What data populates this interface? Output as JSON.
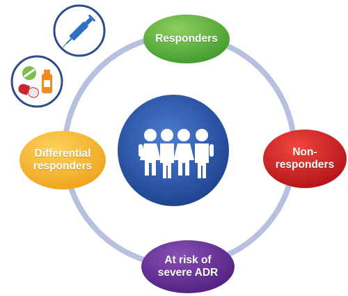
{
  "nodes": [
    {
      "id": "top",
      "label": "Responders",
      "color_light": "#8fcf62",
      "color_dark": "#3e9a2b"
    },
    {
      "id": "right",
      "label": "Non-\nresponders",
      "color_light": "#f0463e",
      "color_dark": "#b21217"
    },
    {
      "id": "bottom",
      "label": "At risk of\nsevere ADR",
      "color_light": "#8a4fb5",
      "color_dark": "#4f1f82"
    },
    {
      "id": "left",
      "label": "Differential\nresponders",
      "color_light": "#fcd25a",
      "color_dark": "#f0a21c"
    }
  ],
  "center": {
    "icon": "people-group-icon",
    "color_light": "#4d7fd0",
    "color_dark": "#1d3f8e"
  },
  "ring_color": "#b8c0e0",
  "icons": [
    {
      "name": "syringe-icon",
      "color": "#2d6fc0"
    },
    {
      "name": "pills-icon",
      "colors": [
        "#c8282c",
        "#7fbe4c",
        "#f08a24"
      ]
    }
  ]
}
